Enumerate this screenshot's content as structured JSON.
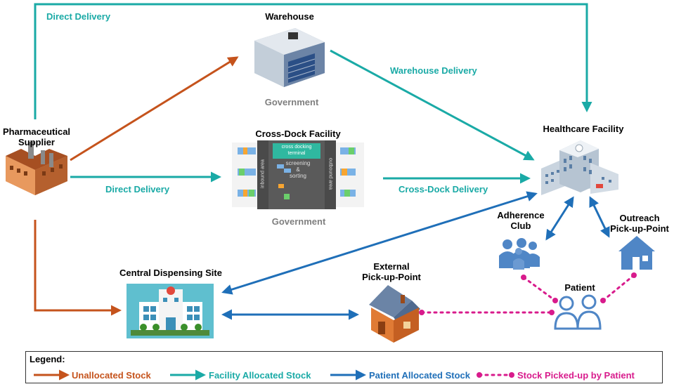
{
  "nodes": {
    "supplier": "Pharmaceutical\nSupplier",
    "warehouse": "Warehouse",
    "warehouse_owner": "Government",
    "crossdock": "Cross-Dock Facility",
    "crossdock_owner": "Government",
    "crossdock_terminal": "cross docking\nterminal",
    "crossdock_inbound": "inbound area",
    "crossdock_outbound": "outbound area",
    "crossdock_process": "screening\n&\nsorting",
    "healthcare": "Healthcare Facility",
    "adherence": "Adherence\nClub",
    "outreach": "Outreach\nPick-up-Point",
    "patient": "Patient",
    "central": "Central Dispensing Site",
    "external": "External\nPick-up-Point"
  },
  "edges": {
    "direct_top": "Direct Delivery",
    "direct_mid": "Direct Delivery",
    "warehouse_delivery": "Warehouse Delivery",
    "crossdock_delivery": "Cross-Dock Delivery"
  },
  "legend": {
    "title": "Legend:",
    "items": [
      {
        "label": "Unallocated Stock",
        "color": "#c5531c",
        "style": "solid"
      },
      {
        "label": "Facility Allocated Stock",
        "color": "#1aaaa6",
        "style": "solid"
      },
      {
        "label": "Patient Allocated Stock",
        "color": "#1f6fb8",
        "style": "solid"
      },
      {
        "label": "Stock Picked-up by Patient",
        "color": "#d81b8c",
        "style": "dotted"
      }
    ]
  },
  "colors": {
    "unallocated": "#c5531c",
    "facility": "#1aaaa6",
    "patient": "#1f6fb8",
    "pickup": "#d81b8c"
  }
}
